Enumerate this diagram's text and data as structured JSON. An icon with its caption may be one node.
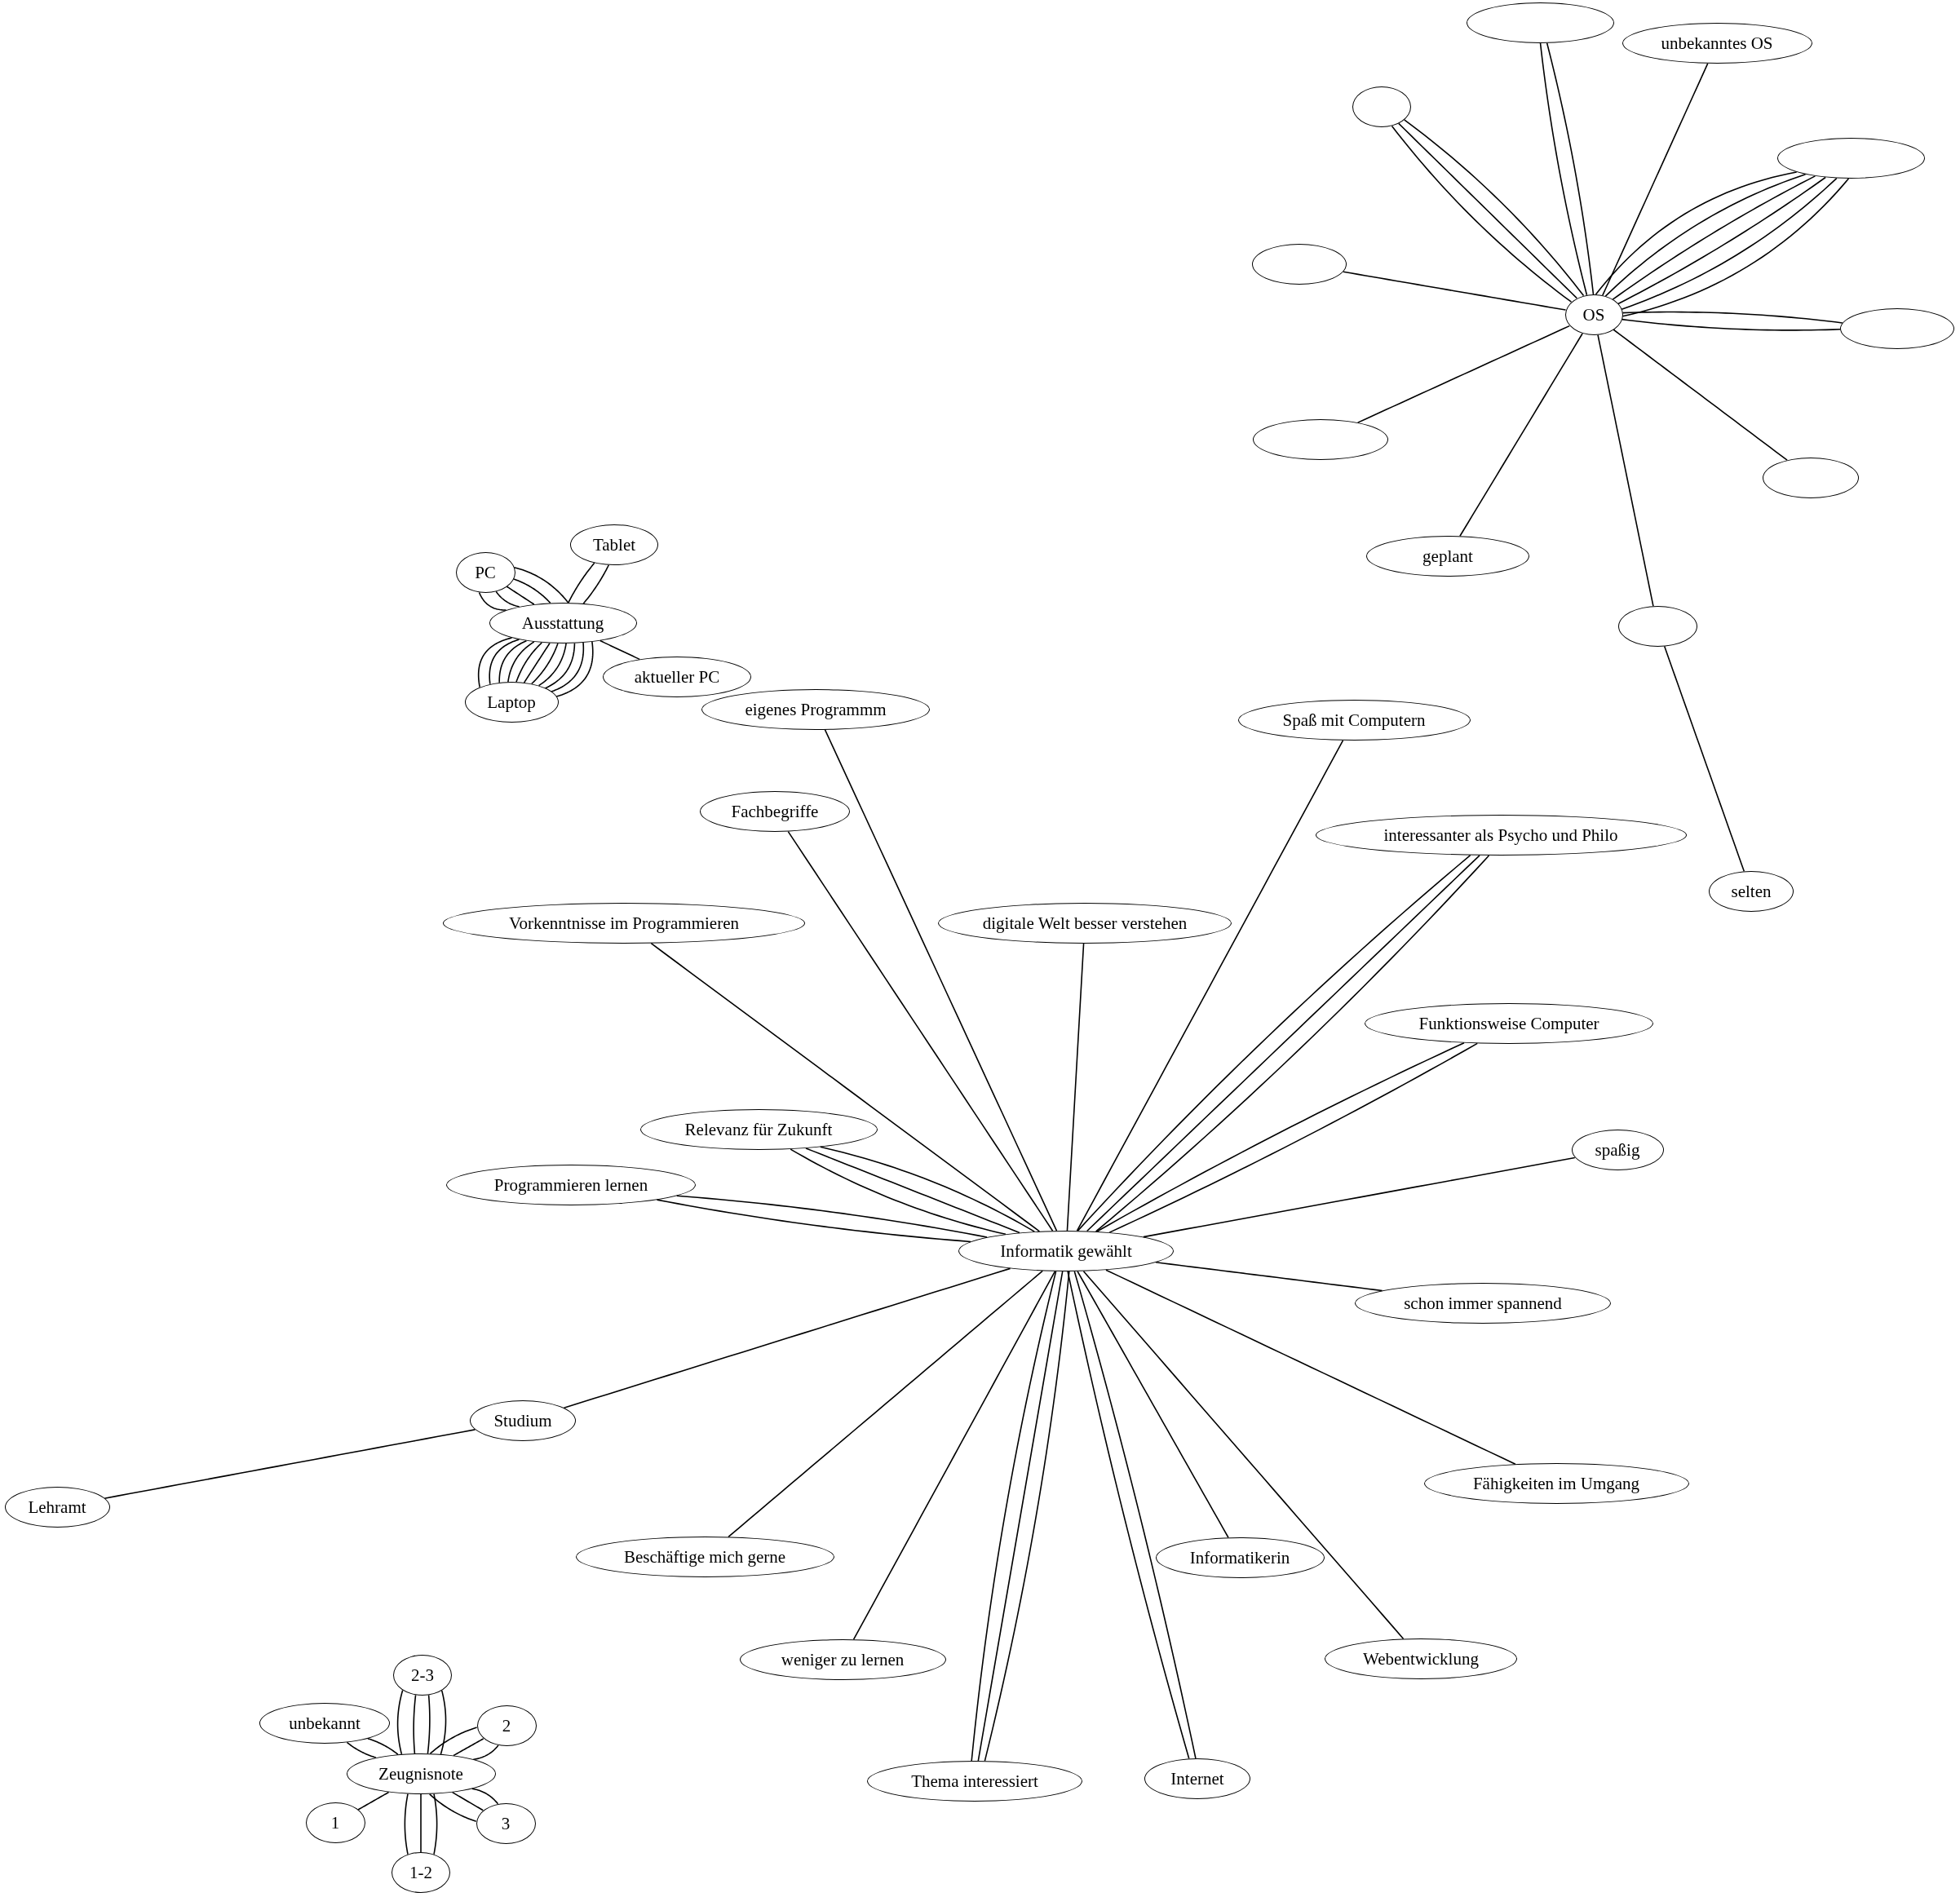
{
  "diagram": {
    "nodes": [
      {
        "text": [],
        "shape": "ellipse"
      },
      {
        "text": [
          "unbekanntes OS"
        ]
      },
      {
        "text": [],
        "shape": "ellipse"
      },
      {
        "text": [],
        "shape": "ellipse"
      },
      {
        "text": [],
        "shape": "ellipse"
      },
      {
        "text": [
          "OS"
        ]
      },
      {
        "text": [],
        "shape": "ellipse"
      },
      {
        "text": [],
        "shape": "ellipse"
      },
      {
        "text": [],
        "shape": "ellipse"
      },
      {
        "text": [
          "Tablet"
        ]
      },
      {
        "text": [
          "PC"
        ]
      },
      {
        "text": [
          "geplant"
        ]
      },
      {
        "text": [
          "Ausstattung"
        ]
      },
      {
        "text": [],
        "shape": "ellipse"
      },
      {
        "text": [
          "aktueller PC"
        ]
      },
      {
        "text": [
          "Laptop"
        ]
      },
      {
        "text": [
          "eigenes Programmm"
        ]
      },
      {
        "text": [
          "Spaß mit Computern"
        ]
      },
      {
        "text": [
          "Fachbegriffe"
        ]
      },
      {
        "text": [
          "interessanter als Psycho und Philo"
        ]
      },
      {
        "text": [
          "selten"
        ]
      },
      {
        "text": [
          "Vorkenntnisse im Programmieren"
        ]
      },
      {
        "text": [
          "digitale Welt besser verstehen"
        ]
      },
      {
        "text": [
          "Funktionsweise Computer"
        ]
      },
      {
        "text": [
          "Relevanz für Zukunft"
        ]
      },
      {
        "text": [
          "spaßig"
        ]
      },
      {
        "text": [
          "Programmieren lernen"
        ]
      },
      {
        "text": [
          "Informatik gewählt"
        ]
      },
      {
        "text": [
          "schon immer spannend"
        ]
      },
      {
        "text": [
          "Studium"
        ]
      },
      {
        "text": [
          "Fähigkeiten im Umgang"
        ]
      },
      {
        "text": [
          "Lehramt"
        ]
      },
      {
        "text": [
          "Beschäftige mich gerne"
        ]
      },
      {
        "text": [
          "Informatikerin"
        ]
      },
      {
        "text": [
          "weniger zu lernen"
        ]
      },
      {
        "text": [
          "Webentwicklung"
        ]
      },
      {
        "text": [
          "2-3"
        ]
      },
      {
        "text": [
          "unbekannt"
        ]
      },
      {
        "text": [
          "2"
        ]
      },
      {
        "text": [
          "Zeugnisnote"
        ]
      },
      {
        "text": [
          "Thema interessiert"
        ]
      },
      {
        "text": [
          "Internet"
        ]
      },
      {
        "text": [
          "1"
        ]
      },
      {
        "text": [
          "3"
        ]
      },
      {
        "text": [
          "1-2"
        ]
      }
    ],
    "edges": [
      {
        "from": 5,
        "to": 0,
        "arrow": "none"
      },
      {
        "from": 5,
        "to": 0,
        "arrow": "none"
      },
      {
        "from": 5,
        "to": 1,
        "arrow": "none"
      },
      {
        "from": 5,
        "to": 2,
        "arrow": "none"
      },
      {
        "from": 5,
        "to": 2,
        "arrow": "none"
      },
      {
        "from": 5,
        "to": 2,
        "arrow": "none"
      },
      {
        "from": 5,
        "to": 3,
        "arrow": "none"
      },
      {
        "from": 5,
        "to": 3,
        "arrow": "none"
      },
      {
        "from": 5,
        "to": 3,
        "arrow": "none"
      },
      {
        "from": 5,
        "to": 3,
        "arrow": "none"
      },
      {
        "from": 5,
        "to": 3,
        "arrow": "none"
      },
      {
        "from": 5,
        "to": 3,
        "arrow": "none"
      },
      {
        "from": 5,
        "to": 4,
        "arrow": "none"
      },
      {
        "from": 5,
        "to": 6,
        "arrow": "none"
      },
      {
        "from": 5,
        "to": 6,
        "arrow": "none"
      },
      {
        "from": 5,
        "to": 7,
        "arrow": "none"
      },
      {
        "from": 5,
        "to": 8,
        "arrow": "none"
      },
      {
        "from": 5,
        "to": 11,
        "arrow": "none"
      },
      {
        "from": 5,
        "to": 13,
        "arrow": "none"
      },
      {
        "from": 13,
        "to": 20,
        "arrow": "none"
      },
      {
        "from": 12,
        "to": 9,
        "arrow": "none"
      },
      {
        "from": 12,
        "to": 9,
        "arrow": "none"
      },
      {
        "from": 12,
        "to": 10,
        "arrow": "none"
      },
      {
        "from": 12,
        "to": 10,
        "arrow": "none"
      },
      {
        "from": 12,
        "to": 10,
        "arrow": "none"
      },
      {
        "from": 12,
        "to": 10,
        "arrow": "none"
      },
      {
        "from": 12,
        "to": 10,
        "arrow": "none"
      },
      {
        "from": 12,
        "to": 14,
        "arrow": "none"
      },
      {
        "from": 12,
        "to": 15,
        "arrow": "none"
      },
      {
        "from": 12,
        "to": 15,
        "arrow": "none"
      },
      {
        "from": 12,
        "to": 15,
        "arrow": "none"
      },
      {
        "from": 12,
        "to": 15,
        "arrow": "none"
      },
      {
        "from": 12,
        "to": 15,
        "arrow": "none"
      },
      {
        "from": 12,
        "to": 15,
        "arrow": "none"
      },
      {
        "from": 12,
        "to": 15,
        "arrow": "none"
      },
      {
        "from": 12,
        "to": 15,
        "arrow": "none"
      },
      {
        "from": 12,
        "to": 15,
        "arrow": "none"
      },
      {
        "from": 12,
        "to": 15,
        "arrow": "none"
      },
      {
        "from": 12,
        "to": 15,
        "arrow": "none"
      },
      {
        "from": 27,
        "to": 16,
        "arrow": "none"
      },
      {
        "from": 27,
        "to": 17,
        "arrow": "none"
      },
      {
        "from": 27,
        "to": 18,
        "arrow": "none"
      },
      {
        "from": 27,
        "to": 19,
        "arrow": "none"
      },
      {
        "from": 27,
        "to": 19,
        "arrow": "none"
      },
      {
        "from": 27,
        "to": 19,
        "arrow": "none"
      },
      {
        "from": 27,
        "to": 21,
        "arrow": "none"
      },
      {
        "from": 27,
        "to": 22,
        "arrow": "none"
      },
      {
        "from": 27,
        "to": 23,
        "arrow": "none"
      },
      {
        "from": 27,
        "to": 23,
        "arrow": "none"
      },
      {
        "from": 27,
        "to": 24,
        "arrow": "none"
      },
      {
        "from": 27,
        "to": 24,
        "arrow": "none"
      },
      {
        "from": 27,
        "to": 24,
        "arrow": "none"
      },
      {
        "from": 27,
        "to": 25,
        "arrow": "none"
      },
      {
        "from": 27,
        "to": 26,
        "arrow": "none"
      },
      {
        "from": 27,
        "to": 26,
        "arrow": "none"
      },
      {
        "from": 27,
        "to": 28,
        "arrow": "none"
      },
      {
        "from": 27,
        "to": 29,
        "arrow": "none"
      },
      {
        "from": 27,
        "to": 30,
        "arrow": "none"
      },
      {
        "from": 27,
        "to": 32,
        "arrow": "none"
      },
      {
        "from": 27,
        "to": 33,
        "arrow": "none"
      },
      {
        "from": 27,
        "to": 34,
        "arrow": "none"
      },
      {
        "from": 27,
        "to": 35,
        "arrow": "none"
      },
      {
        "from": 27,
        "to": 40,
        "arrow": "none"
      },
      {
        "from": 27,
        "to": 40,
        "arrow": "none"
      },
      {
        "from": 27,
        "to": 40,
        "arrow": "none"
      },
      {
        "from": 27,
        "to": 41,
        "arrow": "none"
      },
      {
        "from": 27,
        "to": 41,
        "arrow": "none"
      },
      {
        "from": 29,
        "to": 31,
        "arrow": "none"
      },
      {
        "from": 39,
        "to": 36,
        "arrow": "none"
      },
      {
        "from": 39,
        "to": 36,
        "arrow": "none"
      },
      {
        "from": 39,
        "to": 36,
        "arrow": "none"
      },
      {
        "from": 39,
        "to": 36,
        "arrow": "none"
      },
      {
        "from": 39,
        "to": 37,
        "arrow": "none"
      },
      {
        "from": 39,
        "to": 37,
        "arrow": "none"
      },
      {
        "from": 39,
        "to": 38,
        "arrow": "none"
      },
      {
        "from": 39,
        "to": 38,
        "arrow": "none"
      },
      {
        "from": 39,
        "to": 38,
        "arrow": "none"
      },
      {
        "from": 39,
        "to": 42,
        "arrow": "none"
      },
      {
        "from": 39,
        "to": 43,
        "arrow": "none"
      },
      {
        "from": 39,
        "to": 43,
        "arrow": "none"
      },
      {
        "from": 39,
        "to": 43,
        "arrow": "none"
      },
      {
        "from": 39,
        "to": 44,
        "arrow": "none"
      },
      {
        "from": 39,
        "to": 44,
        "arrow": "none"
      },
      {
        "from": 39,
        "to": 44,
        "arrow": "none"
      }
    ]
  }
}
